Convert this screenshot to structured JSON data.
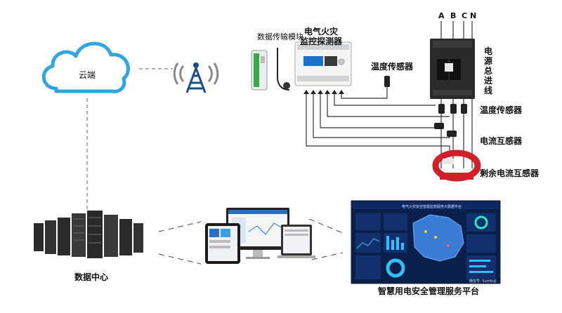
{
  "labels": {
    "cloud": "云端",
    "data_module": "数据传输模块",
    "detector_line1": "电气火灾",
    "detector_line2": "监控探测器",
    "temp_sensor_top": "温度传感器",
    "power_main_line": "电源总进线",
    "temp_sensor_right": "温度传感器",
    "current_transformer": "电流互感器",
    "residual_transformer": "剩余电流互感器",
    "data_center": "数据中心",
    "platform": "智慧用电安全管理服务平台",
    "phases": [
      "A",
      "B",
      "C",
      "N"
    ]
  },
  "screen": {
    "title": "电气火灾安全智能监管服务大数据平台",
    "wechat_tag": "微信号: Sumbuji"
  },
  "colors": {
    "cloud_stroke": "#2ea7e0",
    "wire": "#333333",
    "ct_red": "#d0202a",
    "screen_bg": "#0b1f4b",
    "map_blue": "#3a7bd5"
  },
  "icons": [
    "cloud-icon",
    "antenna-tower-icon",
    "server-rack-icon",
    "monitor-icon",
    "laptop-icon",
    "tablet-icon",
    "breaker-icon"
  ]
}
